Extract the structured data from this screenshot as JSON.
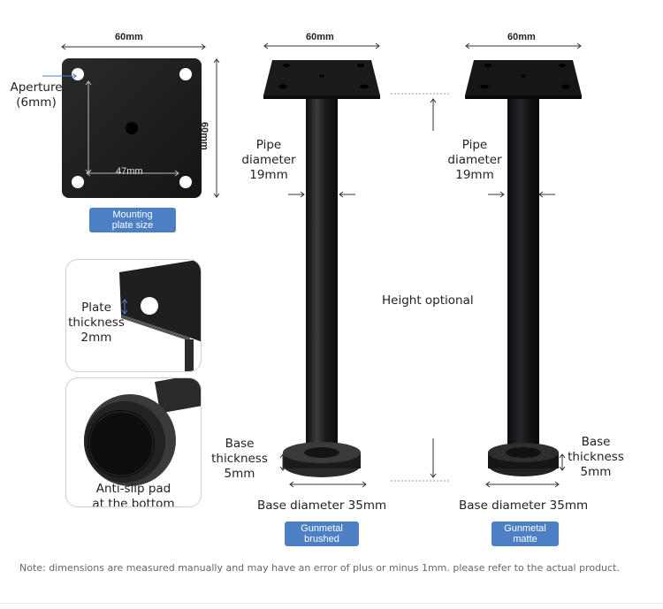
{
  "top_plate": {
    "width_label": "60mm",
    "height_label": "60mm",
    "hole_spacing_label": "47mm",
    "aperture_label_line1": "Aperture",
    "aperture_label_line2": "(6mm)",
    "badge_line1": "Mounting",
    "badge_line2": "plate size"
  },
  "detail_panels": {
    "plate_thickness_line1": "Plate",
    "plate_thickness_line2": "thickness",
    "plate_thickness_line3": "2mm",
    "anti_slip_line1": "Anti-slip pad",
    "anti_slip_line2": "at the bottom"
  },
  "leg_left": {
    "top_width_label": "60mm",
    "pipe_line1": "Pipe",
    "pipe_line2": "diameter",
    "pipe_line3": "19mm",
    "base_thickness_line1": "Base",
    "base_thickness_line2": "thickness",
    "base_thickness_line3": "5mm",
    "base_diameter_label": "Base diameter 35mm",
    "finish_line1": "Gunmetal",
    "finish_line2": "brushed"
  },
  "leg_right": {
    "top_width_label": "60mm",
    "pipe_line1": "Pipe",
    "pipe_line2": "diameter",
    "pipe_line3": "19mm",
    "base_thickness_line1": "Base",
    "base_thickness_line2": "thickness",
    "base_thickness_line3": "5mm",
    "base_diameter_label": "Base diameter 35mm",
    "finish_line1": "Gunmetal",
    "finish_line2": "matte"
  },
  "height_label": "Height optional",
  "note": "Note: dimensions are measured manually and may have an error of plus or minus 1mm. please refer to the actual product.",
  "colors": {
    "badge": "#4c7fc4",
    "metal": "#1c1c1e"
  },
  "icons": [
    "mounting-plate-icon",
    "plate-edge-icon",
    "anti-slip-pad-icon",
    "table-leg-icon"
  ]
}
